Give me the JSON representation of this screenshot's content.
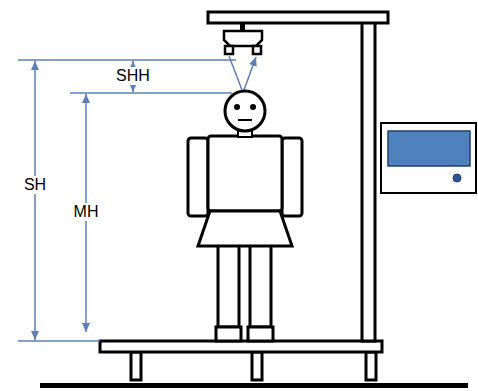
{
  "diagram": {
    "labels": [
      "SH",
      "SHH",
      "MH"
    ]
  }
}
